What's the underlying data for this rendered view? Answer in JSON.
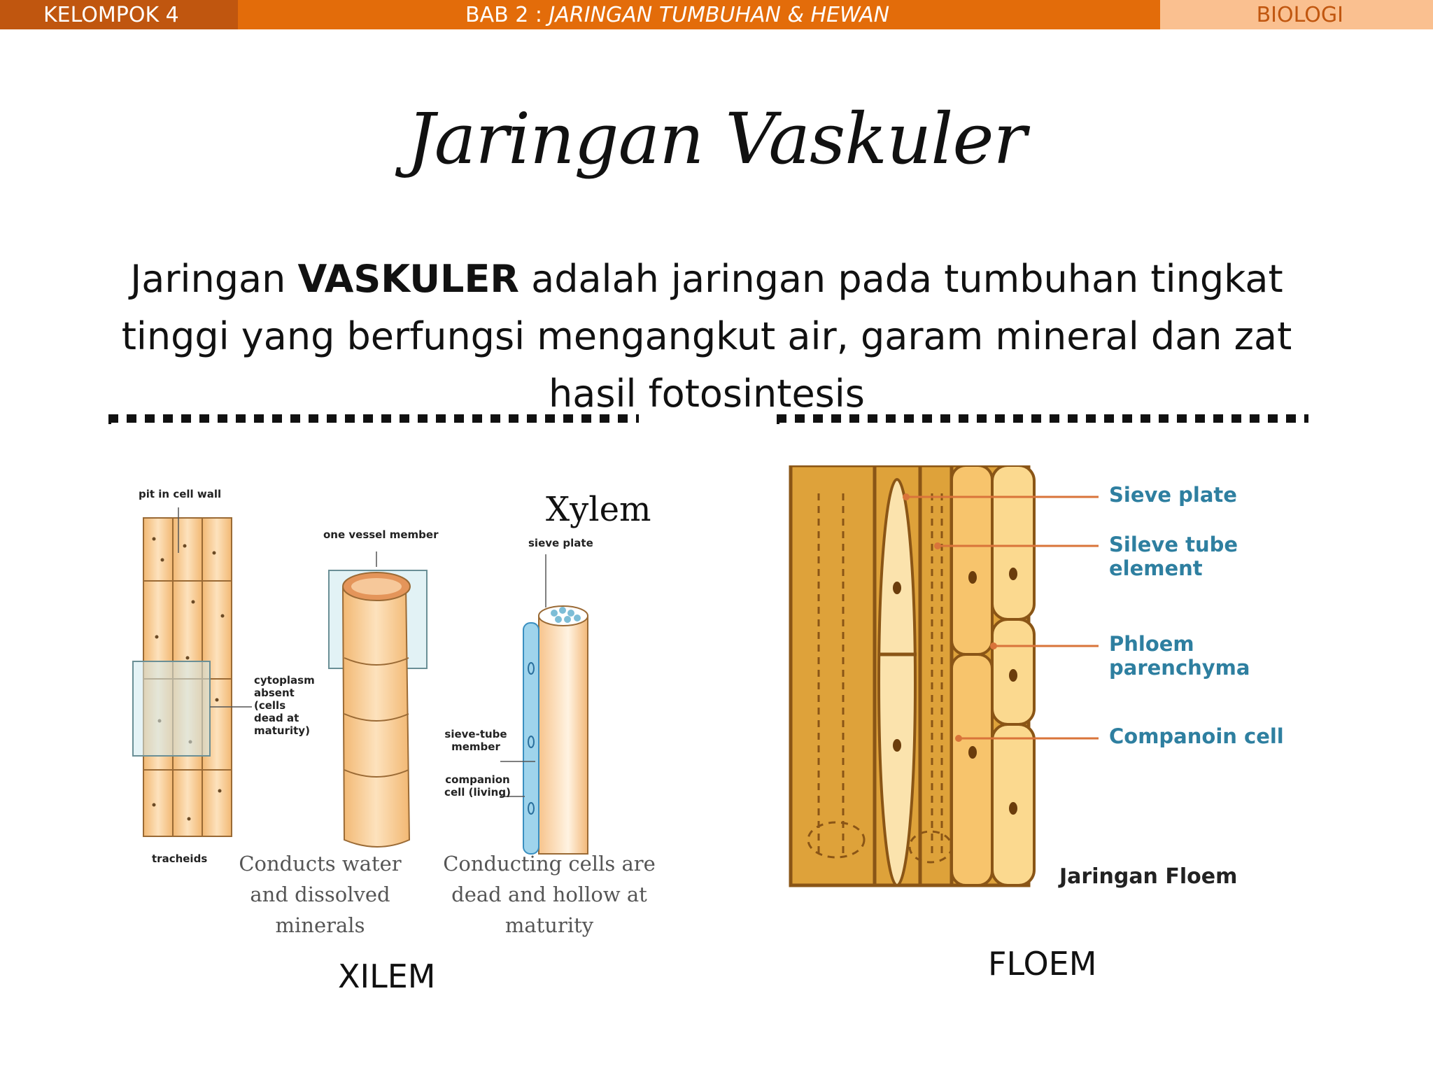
{
  "header": {
    "left": "KELOMPOK 4",
    "middle_prefix": "BAB 2 : ",
    "middle_italic": "JARINGAN TUMBUHAN & HEWAN",
    "right": "BIOLOGI"
  },
  "slide": {
    "title": "Jaringan Vaskuler",
    "desc_pre": "Jaringan ",
    "desc_bold": "VASKULER",
    "desc_post": " adalah jaringan pada tumbuhan tingkat tinggi yang berfungsi mengangkut air, garam mineral dan zat hasil fotosintesis"
  },
  "xylem_figure": {
    "title": "Xylem",
    "pit_label": "pit in cell wall",
    "vessel_label": "one vessel member",
    "sieve_plate_label": "sieve plate",
    "cytoplasm_label": "cytoplasm absent (cells dead at maturity)",
    "sieve_tube_label": "sieve-tube member",
    "companion_label": "companion cell (living)",
    "tracheids_label": "tracheids",
    "cap_left": "Conducts water and dissolved minerals",
    "cap_right": "Conducting cells are dead and hollow at maturity",
    "caption": "XILEM"
  },
  "phloem_figure": {
    "labels": [
      "Sieve plate",
      "Sileve tube element",
      "Phloem parenchyma",
      "Companoin cell"
    ],
    "inner_caption": "Jaringan Floem",
    "caption": "FLOEM"
  },
  "colors": {
    "bar_dark": "#c0560f",
    "bar_main": "#e36c0a",
    "bar_light": "#fac090",
    "phloem_fill": "#e0a43c",
    "phloem_label": "#2e7fa0",
    "leader": "#d9743a"
  }
}
